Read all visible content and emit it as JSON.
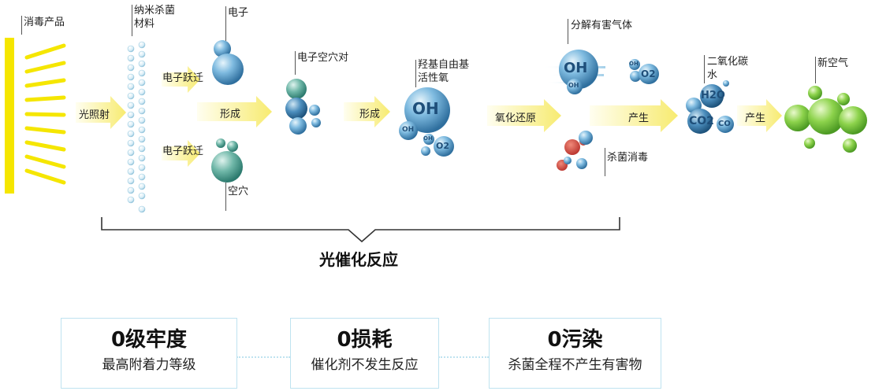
{
  "labels": {
    "disinfect_product": "消毒产品",
    "nano_material": "纳米杀菌\n材料",
    "light_irradiation": "光照射",
    "electron_top": "电子",
    "electron_jump_top": "电子跃迁",
    "form1": "形成",
    "electron_jump_bottom": "电子跃迁",
    "hole": "空穴",
    "electron_hole_pair": "电子空穴对",
    "form2": "形成",
    "hydroxyl_oxygen": "羟基自由基\n活性氧",
    "redox": "氧化还原",
    "decompose_gas": "分解有害气体",
    "sterilize": "杀菌消毒",
    "produce1": "产生",
    "co2_water": "二氧化碳\n水",
    "produce2": "产生",
    "fresh_air": "新空气",
    "photocatalysis": "光催化反应"
  },
  "molecules": {
    "oh": "OH",
    "o2": "O2",
    "h2o": "H2O",
    "co2": "CO2",
    "co": "CO"
  },
  "features": [
    {
      "title": "0级牢度",
      "subtitle": "最高附着力等级"
    },
    {
      "title": "0损耗",
      "subtitle": "催化剂不发生反应"
    },
    {
      "title": "0污染",
      "subtitle": "杀菌全程不产生有害物"
    }
  ],
  "colors": {
    "yellow": "#f5e600",
    "arrow": "#fbf3a0",
    "blue_sphere": "#3d86b8",
    "green_sphere": "#5cc24a",
    "box_border": "#bfe3f0"
  }
}
